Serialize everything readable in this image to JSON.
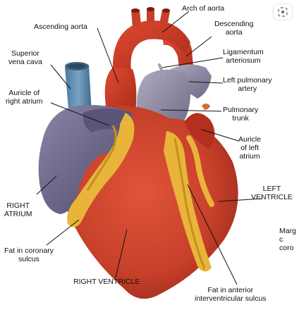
{
  "image": {
    "subject": "heart-anatomy",
    "colors": {
      "myocardium": "#c7402a",
      "myocardium_dark": "#8d2417",
      "right_atrium": "#6f6a8e",
      "vena_cava": "#5b83a6",
      "pulmonary_trunk": "#8f8aa3",
      "fat": "#e8b43a",
      "leader_line": "#111111"
    }
  },
  "labels": {
    "arch_of_aorta": "Arch of aorta",
    "ascending_aorta": "Ascending aorta",
    "descending_aorta_1": "Descending",
    "descending_aorta_2": "aorta",
    "superior_vena_cava_1": "Superior",
    "superior_vena_cava_2": "vena cava",
    "ligamentum_arteriosum_1": "Ligamentum",
    "ligamentum_arteriosum_2": "arteriosum",
    "left_pulmonary_artery_1": "Left pulmonary",
    "left_pulmonary_artery_2": "artery",
    "auricle_right_atrium_1": "Auricle of",
    "auricle_right_atrium_2": "right atrium",
    "pulmonary_trunk_1": "Pulmonary",
    "pulmonary_trunk_2": "trunk",
    "auricle_left_atrium_1": "Auricle",
    "auricle_left_atrium_2": "of left",
    "auricle_left_atrium_3": "atrium",
    "right_atrium_1": "RIGHT",
    "right_atrium_2": "ATRIUM",
    "left_ventricle_1": "LEFT",
    "left_ventricle_2": "VENTRICLE",
    "fat_coronary_1": "Fat in coronary",
    "fat_coronary_2": "sulcus",
    "right_ventricle": "RIGHT VENTRICLE",
    "fat_interventricular_1": "Fat in anterior",
    "fat_interventricular_2": "interventricular sulcus",
    "cut_1": "Marg",
    "cut_2": "c",
    "cut_3": "coro"
  },
  "controls": {
    "lens_icon": "lens-search-icon"
  }
}
